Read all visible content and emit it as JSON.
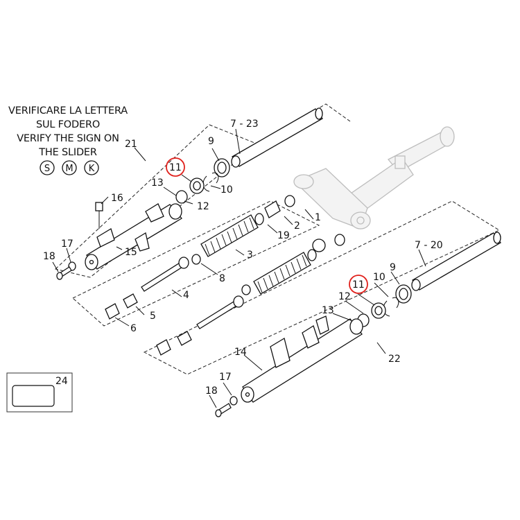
{
  "notice": {
    "lines": [
      "VERIFICARE LA LETTERA",
      "SUL FODERO",
      "VERIFY THE SIGN ON",
      "THE SLIDER"
    ],
    "letters": [
      "S",
      "M",
      "K"
    ]
  },
  "callouts": {
    "p21": "21",
    "p7_23": "7 - 23",
    "p9_top": "9",
    "p11_top": "11",
    "p13_top": "13",
    "p10_top": "10",
    "p12_top": "12",
    "p16": "16",
    "p17_top": "17",
    "p18_top": "18",
    "p15": "15",
    "p1": "1",
    "p2": "2",
    "p19": "19",
    "p3": "3",
    "p8": "8",
    "p4": "4",
    "p5": "5",
    "p6": "6",
    "p7_20": "7 - 20",
    "p9_bottom": "9",
    "p10_bottom": "10",
    "p11_bottom": "11",
    "p12_bottom": "12",
    "p13_bottom": "13",
    "p22": "22",
    "p14": "14",
    "p17_bottom": "17",
    "p18_bottom": "18",
    "p24": "24"
  },
  "highlight_color": "#e0201b"
}
